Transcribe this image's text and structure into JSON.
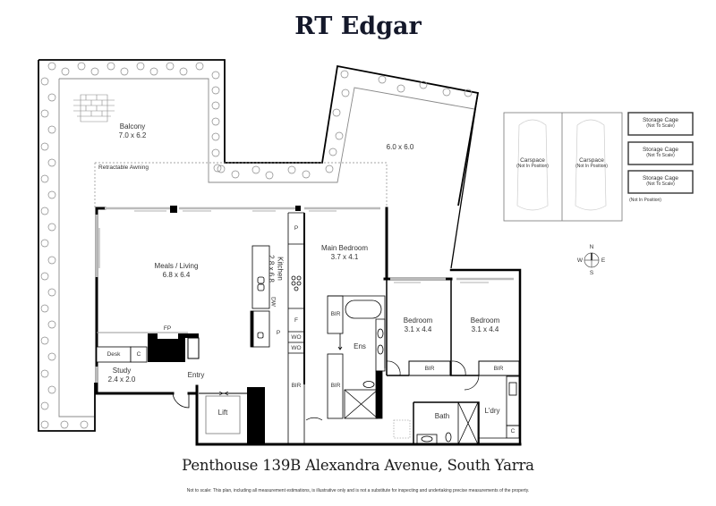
{
  "header": {
    "brand": "RT Edgar"
  },
  "rooms": {
    "balcony": {
      "name": "Balcony",
      "dims": "7.0 x 6.2"
    },
    "terrace": {
      "name": "",
      "dims": "6.0 x 6.0"
    },
    "awning": {
      "name": "Retractable Awning"
    },
    "meals_living": {
      "name": "Meals / Living",
      "dims": "6.8 x 6.4"
    },
    "kitchen": {
      "name": "Kitchen",
      "dims": "2.8 x 6.8"
    },
    "main_bedroom": {
      "name": "Main Bedroom",
      "dims": "3.7 x 4.1"
    },
    "bedroom2": {
      "name": "Bedroom",
      "dims": "3.1 x 4.4"
    },
    "bedroom3": {
      "name": "Bedroom",
      "dims": "3.1 x 4.4"
    },
    "study": {
      "name": "Study",
      "dims": "2.4 x 2.0"
    },
    "entry": {
      "name": "Entry"
    },
    "lift": {
      "name": "Lift"
    },
    "ensuite": {
      "name": "Ens"
    },
    "bath": {
      "name": "Bath"
    },
    "laundry": {
      "name": "L'dry"
    }
  },
  "fixtures": {
    "fireplace": "FP",
    "desk": "Desk",
    "cupboard": "C",
    "pantry": "P",
    "fridge": "F",
    "wall_oven": "WO",
    "dishwasher": "DW",
    "bir": "BIR"
  },
  "parking": {
    "carspaces": [
      {
        "label": "Carspace",
        "note": "(Not In Position)"
      },
      {
        "label": "Carspace",
        "note": "(Not In Position)"
      }
    ],
    "storage_cages": [
      {
        "label": "Storage Cage",
        "note": "(Not To Scale)"
      },
      {
        "label": "Storage Cage",
        "note": "(Not To Scale)"
      },
      {
        "label": "Storage Cage",
        "note": "(Not To Scale)"
      }
    ],
    "storage_note": "(Not In Position)"
  },
  "compass": {
    "n": "N",
    "e": "E",
    "s": "S",
    "w": "W"
  },
  "footer": {
    "address": "Penthouse 139B Alexandra Avenue, South Yarra",
    "disclaimer": "Not to scale: This plan, including all measurement estimations, is illustrative only and is not a substitute for inspecting and undertaking precise measurements of the property."
  },
  "colors": {
    "brand": "#14182a",
    "wall": "#000000",
    "window": "#bdbdbd",
    "planter": "#888888"
  }
}
